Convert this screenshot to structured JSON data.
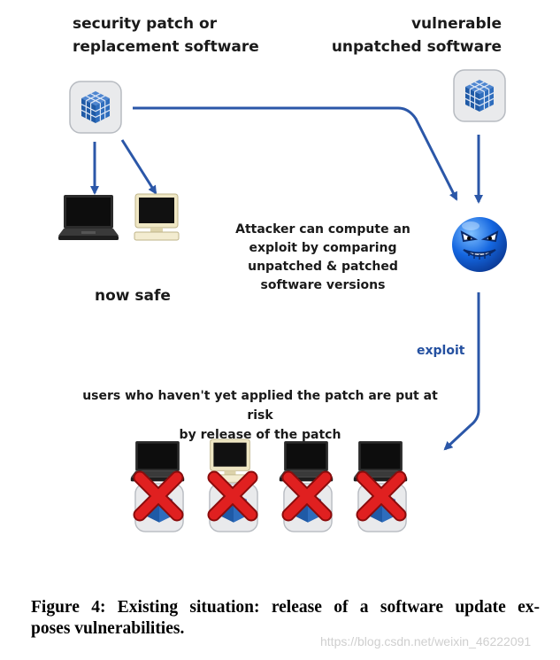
{
  "labels": {
    "patch": [
      "security patch or",
      "replacement software"
    ],
    "vulnerable": [
      "vulnerable",
      "unpatched software"
    ],
    "attacker": [
      "Attacker can compute an",
      "exploit by comparing",
      "unpatched & patched",
      "software versions"
    ],
    "safe": "now safe",
    "exploit": "exploit",
    "risk": [
      "users who haven't yet applied the patch are put at risk",
      "by release of the patch"
    ]
  },
  "caption": {
    "line1": "Figure 4: Existing situation: release of a software update ex-",
    "line2": "poses vulnerabilities."
  },
  "watermark": "https://blog.csdn.net/weixin_46222091",
  "icons": {
    "software": "software-box-icon",
    "laptop": "laptop-icon",
    "desktop": "desktop-computer-icon",
    "attacker": "angry-smiley-icon",
    "risk": "red-x-icon"
  },
  "colors": {
    "arrow": "#2b57a8",
    "exploit_text": "#2450a0",
    "cube": "#1f5aa6",
    "cross": "#e02020",
    "smiley": "#1466e0"
  }
}
